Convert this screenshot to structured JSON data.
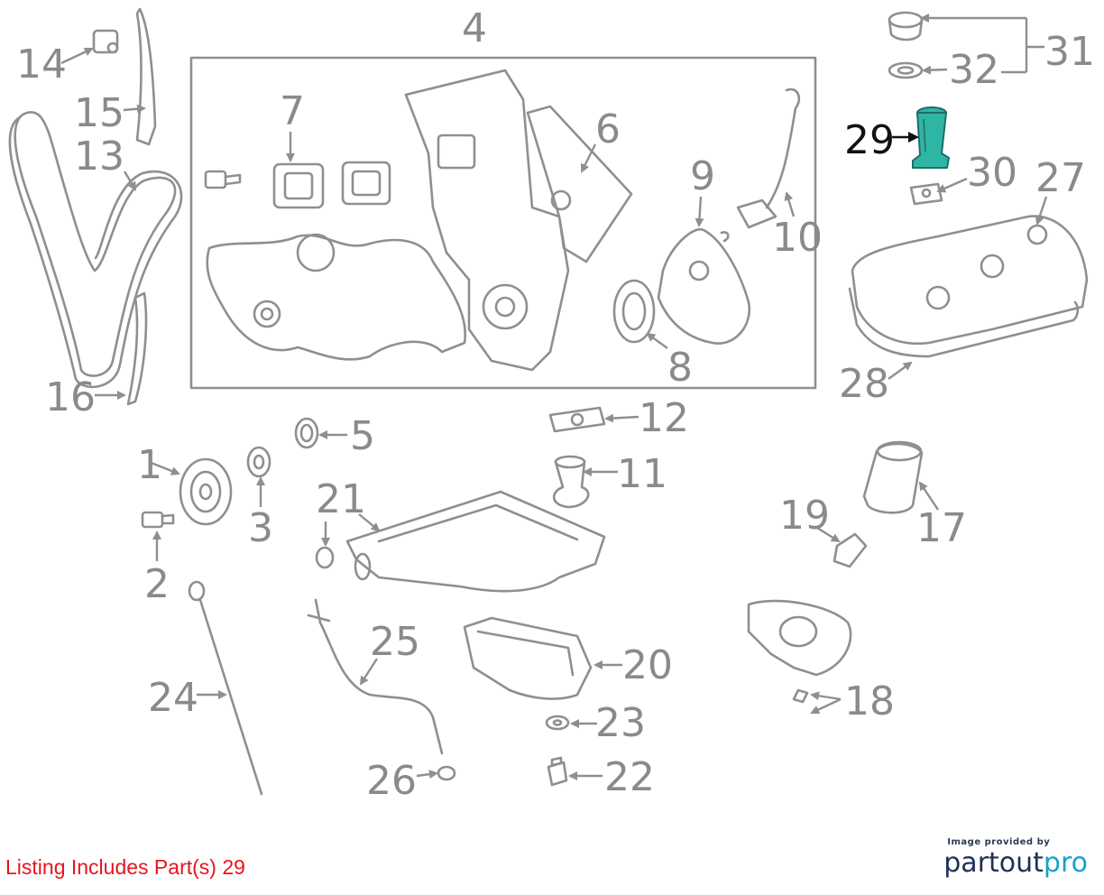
{
  "diagram": {
    "callouts": [
      "1",
      "2",
      "3",
      "4",
      "5",
      "6",
      "7",
      "8",
      "9",
      "10",
      "11",
      "12",
      "13",
      "14",
      "15",
      "16",
      "17",
      "18",
      "19",
      "20",
      "21",
      "22",
      "23",
      "24",
      "25",
      "26",
      "27",
      "28",
      "29",
      "30",
      "31",
      "32"
    ],
    "highlighted_part": "29",
    "highlight_color": "#2fb5a4",
    "line_color": "#8f8f8f"
  },
  "footer": {
    "listing_text": "Listing Includes Part(s) 29",
    "listing_color": "#e8141e",
    "credit_small": "Image provided by",
    "credit_brand_a": "partout",
    "credit_brand_b": "pro"
  }
}
